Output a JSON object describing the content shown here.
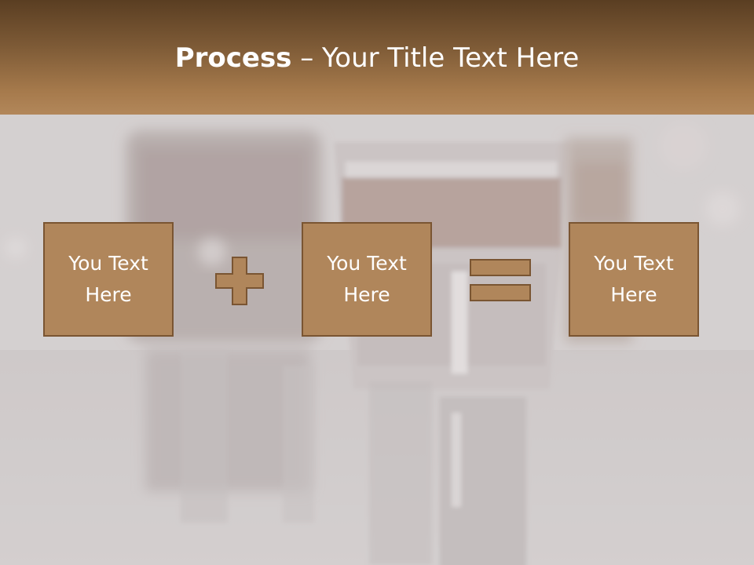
{
  "slide": {
    "title_bold": "Process",
    "title_rest": " – Your Title Text Here"
  },
  "process": {
    "boxes": [
      {
        "text": "You Text Here"
      },
      {
        "text": "You Text Here"
      },
      {
        "text": "You Text Here"
      }
    ],
    "operators": [
      "plus-icon",
      "equals-icon"
    ]
  },
  "colors": {
    "header_top": "#5a3e22",
    "header_bottom": "#b2875a",
    "box_fill": "#b0865b",
    "box_border": "#7a5532",
    "background": "#cfcaca"
  }
}
